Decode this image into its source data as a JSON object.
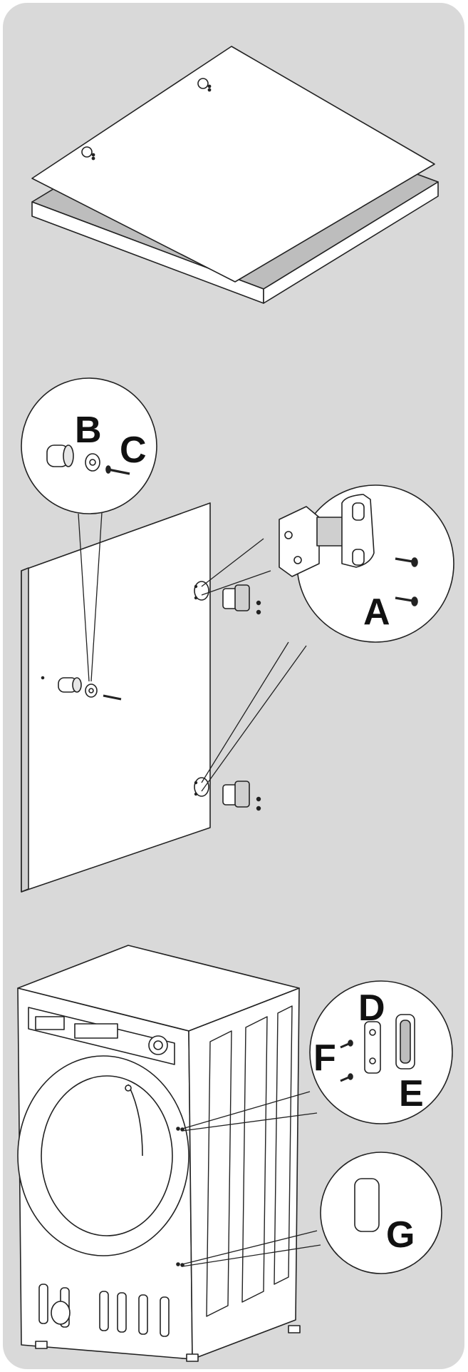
{
  "labels": {
    "a": "A",
    "b": "B",
    "c": "C",
    "d": "D",
    "e": "E",
    "f": "F",
    "g": "G"
  },
  "colors": {
    "background_panel": "#d9d9d9",
    "line": "#222222",
    "fill_light": "#ffffff",
    "fill_mid": "#bdbdbd"
  },
  "icons": {
    "section_1": "worktop-with-template-sheet",
    "section_2": "door-panel-with-hinges-and-bumper",
    "section_3": "built-in-washing-machine-with-fittings"
  }
}
